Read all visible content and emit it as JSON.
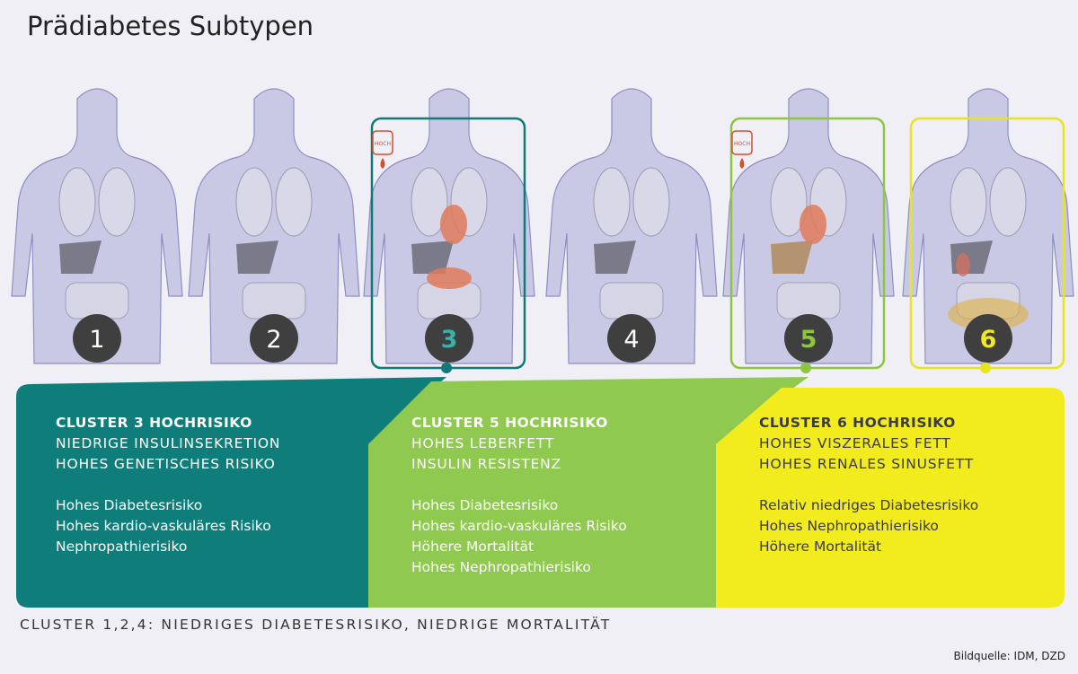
{
  "title": "Prädiabetes Subtypen",
  "figures": [
    {
      "number": "1",
      "highlighted": false
    },
    {
      "number": "2",
      "highlighted": false
    },
    {
      "number": "3",
      "highlighted": true,
      "color": "#0f7a78",
      "number_color": "#3bb0a8",
      "badge": "HOCH"
    },
    {
      "number": "4",
      "highlighted": false
    },
    {
      "number": "5",
      "highlighted": true,
      "color": "#8cc63f",
      "number_color": "#8cc63f",
      "badge": "HOCH"
    },
    {
      "number": "6",
      "highlighted": true,
      "color": "#e8e41e",
      "number_color": "#f0e820"
    }
  ],
  "clusters": [
    {
      "heading": "CLUSTER 3 HOCHRISIKO",
      "subtitles": [
        "NIEDRIGE INSULINSEKRETION",
        "HOHES GENETISCHES RISIKO"
      ],
      "risks": [
        "Hohes Diabetesrisiko",
        "Hohes kardio-vaskuläres Risiko",
        "Nephropathierisiko"
      ],
      "color": "#0f7d7a"
    },
    {
      "heading": "CLUSTER 5 HOCHRISIKO",
      "subtitles": [
        "HOHES LEBERFETT",
        "INSULIN RESISTENZ"
      ],
      "risks": [
        "Hohes Diabetesrisiko",
        "Hohes kardio-vaskuläres Risiko",
        "Höhere Mortalität",
        "Hohes Nephropathierisiko"
      ],
      "color": "#8fc94f"
    },
    {
      "heading": "CLUSTER 6 HOCHRISIKO",
      "subtitles": [
        "HOHES VISZERALES FETT",
        "HOHES RENALES SINUSFETT"
      ],
      "risks": [
        "Relativ niedriges Diabetesrisiko",
        "Hohes Nephropathierisiko",
        "Höhere Mortalität"
      ],
      "color": "#f2ec1e"
    }
  ],
  "footer": "CLUSTER 1,2,4: NIEDRIGES DIABETESRISIKO, NIEDRIGE MORTALITÄT",
  "credit": "Bildquelle: IDM, DZD"
}
